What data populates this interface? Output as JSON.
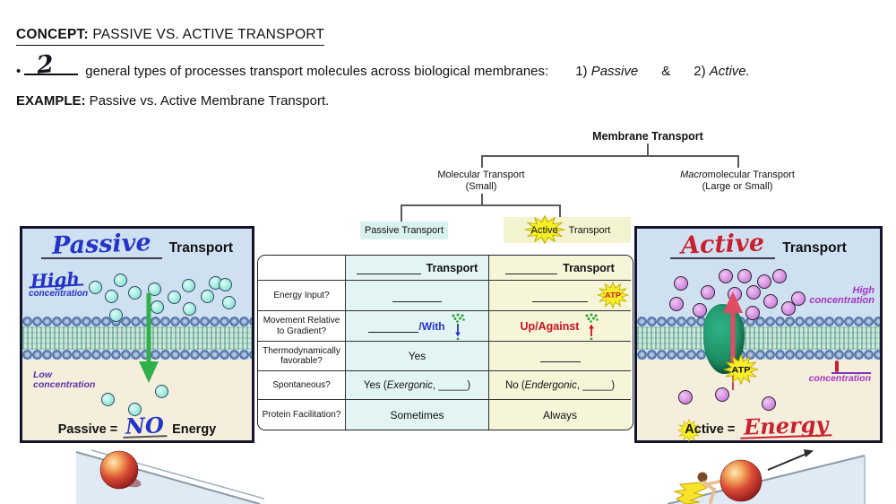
{
  "header": {
    "concept_label": "CONCEPT:",
    "concept_title": " PASSIVE VS. ACTIVE TRANSPORT",
    "bullet_glyph": "•",
    "bullet_value": "2",
    "bullet_text": "general types of processes transport molecules across biological membranes:",
    "item1_num": "1) ",
    "item1_word": "Passive",
    "ampersand": "&",
    "item2_num": "2) ",
    "item2_word": "Active."
  },
  "example": {
    "label": "EXAMPLE:",
    "text": " Passive vs. Active Membrane Transport."
  },
  "tree": {
    "root": "Membrane Transport",
    "molecular": "Molecular Transport",
    "molecular_sub": "(Small)",
    "macro_italic": "Macro",
    "macro_rest": "molecular Transport",
    "macro_sub": "(Large or Small)",
    "passive_leaf": "Passive Transport",
    "active_word": "Active",
    "active_rest": "Transport"
  },
  "table": {
    "passive_header": "Transport",
    "active_header": "Transport",
    "rows": {
      "energy": {
        "label": "Energy Input?",
        "atp": "ATP"
      },
      "movement": {
        "label": "Movement Relative to Gradient?",
        "passive": "/With",
        "active": "Up/Against"
      },
      "thermo": {
        "label": "Thermodynamically favorable?",
        "passive": "Yes"
      },
      "spontaneous": {
        "label": "Spontaneous?",
        "passive_pre": "Yes (",
        "passive_italic": "Exergonic",
        "passive_post": ", _____)",
        "active_pre": "No (",
        "active_italic": "Endergonic",
        "active_post": ", _____)"
      },
      "protein": {
        "label": "Protein Facilitation?",
        "passive": "Sometimes",
        "active": "Always"
      }
    }
  },
  "passive_panel": {
    "title_hand": "Passive",
    "title_rest": "Transport",
    "high": "High",
    "high_sub": "concentration",
    "low": "Low",
    "low_sub": "concentration",
    "footer_pre": "Passive =",
    "footer_hand": "NO",
    "footer_post": "Energy"
  },
  "active_panel": {
    "title_hand": "Active",
    "title_rest": "Transport",
    "high": "High",
    "high_sub": "concentration",
    "atp": "ATP",
    "low_sub": "concentration",
    "footer_pre": "Active =",
    "footer_hand": "Energy"
  },
  "colors": {
    "passive_hand_blue": "#2434c6",
    "active_hand_red": "#c8202e",
    "passive_cell_bg": "#e2f4f3",
    "active_cell_bg": "#f6f5d8",
    "passive_leaf_bg": "#d9f1ee",
    "active_leaf_bg": "#f4f3cf",
    "atp_star_yellow": "#f8ee2a",
    "membrane_head_blue": "#5d7fb2",
    "membrane_tail_teal": "#cfe7db",
    "gradient_dot_green": "#2ba332",
    "concentration_purple": "#a335c0",
    "sky_blue": "#cfe0f1",
    "ground_cream": "#f6eedd"
  }
}
